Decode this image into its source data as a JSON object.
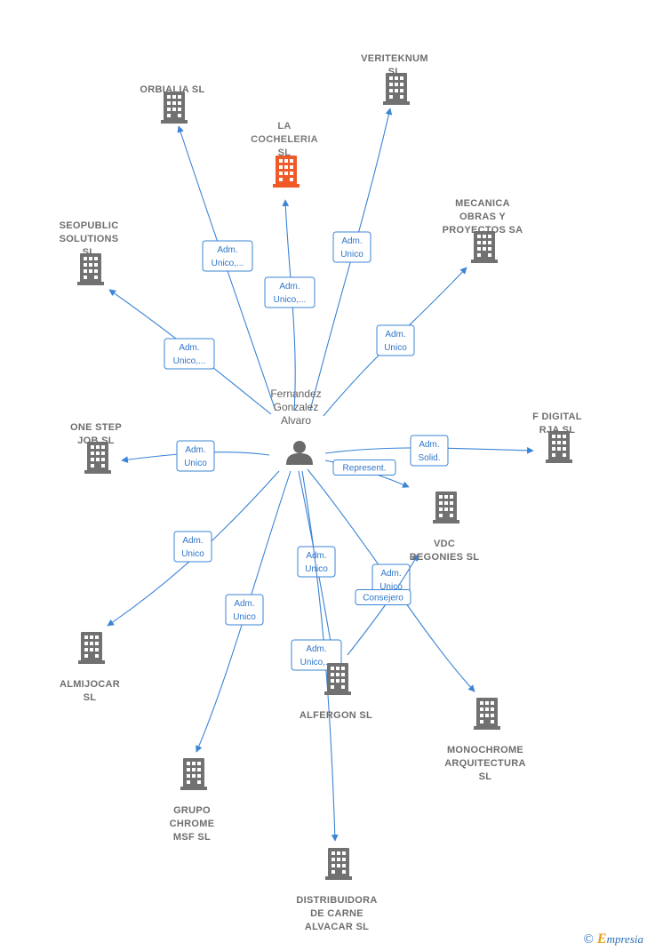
{
  "colors": {
    "edge": "#3b84d6",
    "building": "#717171",
    "building_main": "#f05a28",
    "person": "#6a6a6a"
  },
  "person": {
    "lines": [
      "Fernandez",
      "Gonzalez",
      "Alvaro"
    ]
  },
  "companies": [
    {
      "id": "orbialia",
      "lines": [
        "ORBIALIA  SL"
      ],
      "main": false
    },
    {
      "id": "veriteknum",
      "lines": [
        "VERITEKNUM",
        "SL"
      ],
      "main": false
    },
    {
      "id": "la-cocheleria",
      "lines": [
        "LA",
        "COCHELERIA",
        "SL"
      ],
      "main": true
    },
    {
      "id": "mecanica",
      "lines": [
        "MECANICA",
        "OBRAS Y",
        "PROYECTOS SA"
      ],
      "main": false
    },
    {
      "id": "seopublic",
      "lines": [
        "SEOPUBLIC",
        "SOLUTIONS",
        "SL"
      ],
      "main": false
    },
    {
      "id": "one-step",
      "lines": [
        "ONE STEP",
        "JOB  SL"
      ],
      "main": false
    },
    {
      "id": "f-digital",
      "lines": [
        "F DIGITAL",
        "RJA  SL"
      ],
      "main": false
    },
    {
      "id": "vdc",
      "lines": [
        "VDC",
        "BEGONIES  SL"
      ],
      "main": false
    },
    {
      "id": "almijocar",
      "lines": [
        "ALMIJOCAR",
        "SL"
      ],
      "main": false
    },
    {
      "id": "alfergon",
      "lines": [
        "ALFERGON  SL"
      ],
      "main": false
    },
    {
      "id": "monochrome",
      "lines": [
        "MONOCHROME",
        "ARQUITECTURA",
        "SL"
      ],
      "main": false
    },
    {
      "id": "grupo-chrome",
      "lines": [
        "GRUPO",
        "CHROME",
        "MSF  SL"
      ],
      "main": false
    },
    {
      "id": "distribuidora",
      "lines": [
        "DISTRIBUIDORA",
        "DE CARNE",
        "ALVACAR  SL"
      ],
      "main": false
    }
  ],
  "edges": [
    {
      "id": "orbialia",
      "label": [
        "Adm.",
        "Unico,..."
      ]
    },
    {
      "id": "la-cocheleria",
      "label": [
        "Adm.",
        "Unico,..."
      ]
    },
    {
      "id": "veriteknum",
      "label": [
        "Adm.",
        "Unico"
      ]
    },
    {
      "id": "mecanica",
      "label": [
        "Adm.",
        "Unico"
      ]
    },
    {
      "id": "seopublic",
      "label": [
        "Adm.",
        "Unico,..."
      ]
    },
    {
      "id": "one-step",
      "label": [
        "Adm.",
        "Unico"
      ]
    },
    {
      "id": "f-digital",
      "label": [
        "Adm.",
        "Solid."
      ]
    },
    {
      "id": "vdc-represent",
      "label": [
        "Represent."
      ]
    },
    {
      "id": "almijocar",
      "label": [
        "Adm.",
        "Unico"
      ]
    },
    {
      "id": "grupo-chrome",
      "label": [
        "Adm.",
        "Unico"
      ]
    },
    {
      "id": "alfergon",
      "label": [
        "Adm.",
        "Unico"
      ]
    },
    {
      "id": "distribuidora",
      "label": [
        "Adm.",
        "Unico,..."
      ]
    },
    {
      "id": "monochrome",
      "label": [
        "Adm.",
        "Unico"
      ]
    },
    {
      "id": "alfergon-vdc",
      "label": [
        "Consejero"
      ]
    }
  ],
  "credits": {
    "copyright": "©",
    "brand_first": "E",
    "brand_rest": "mpresia"
  }
}
